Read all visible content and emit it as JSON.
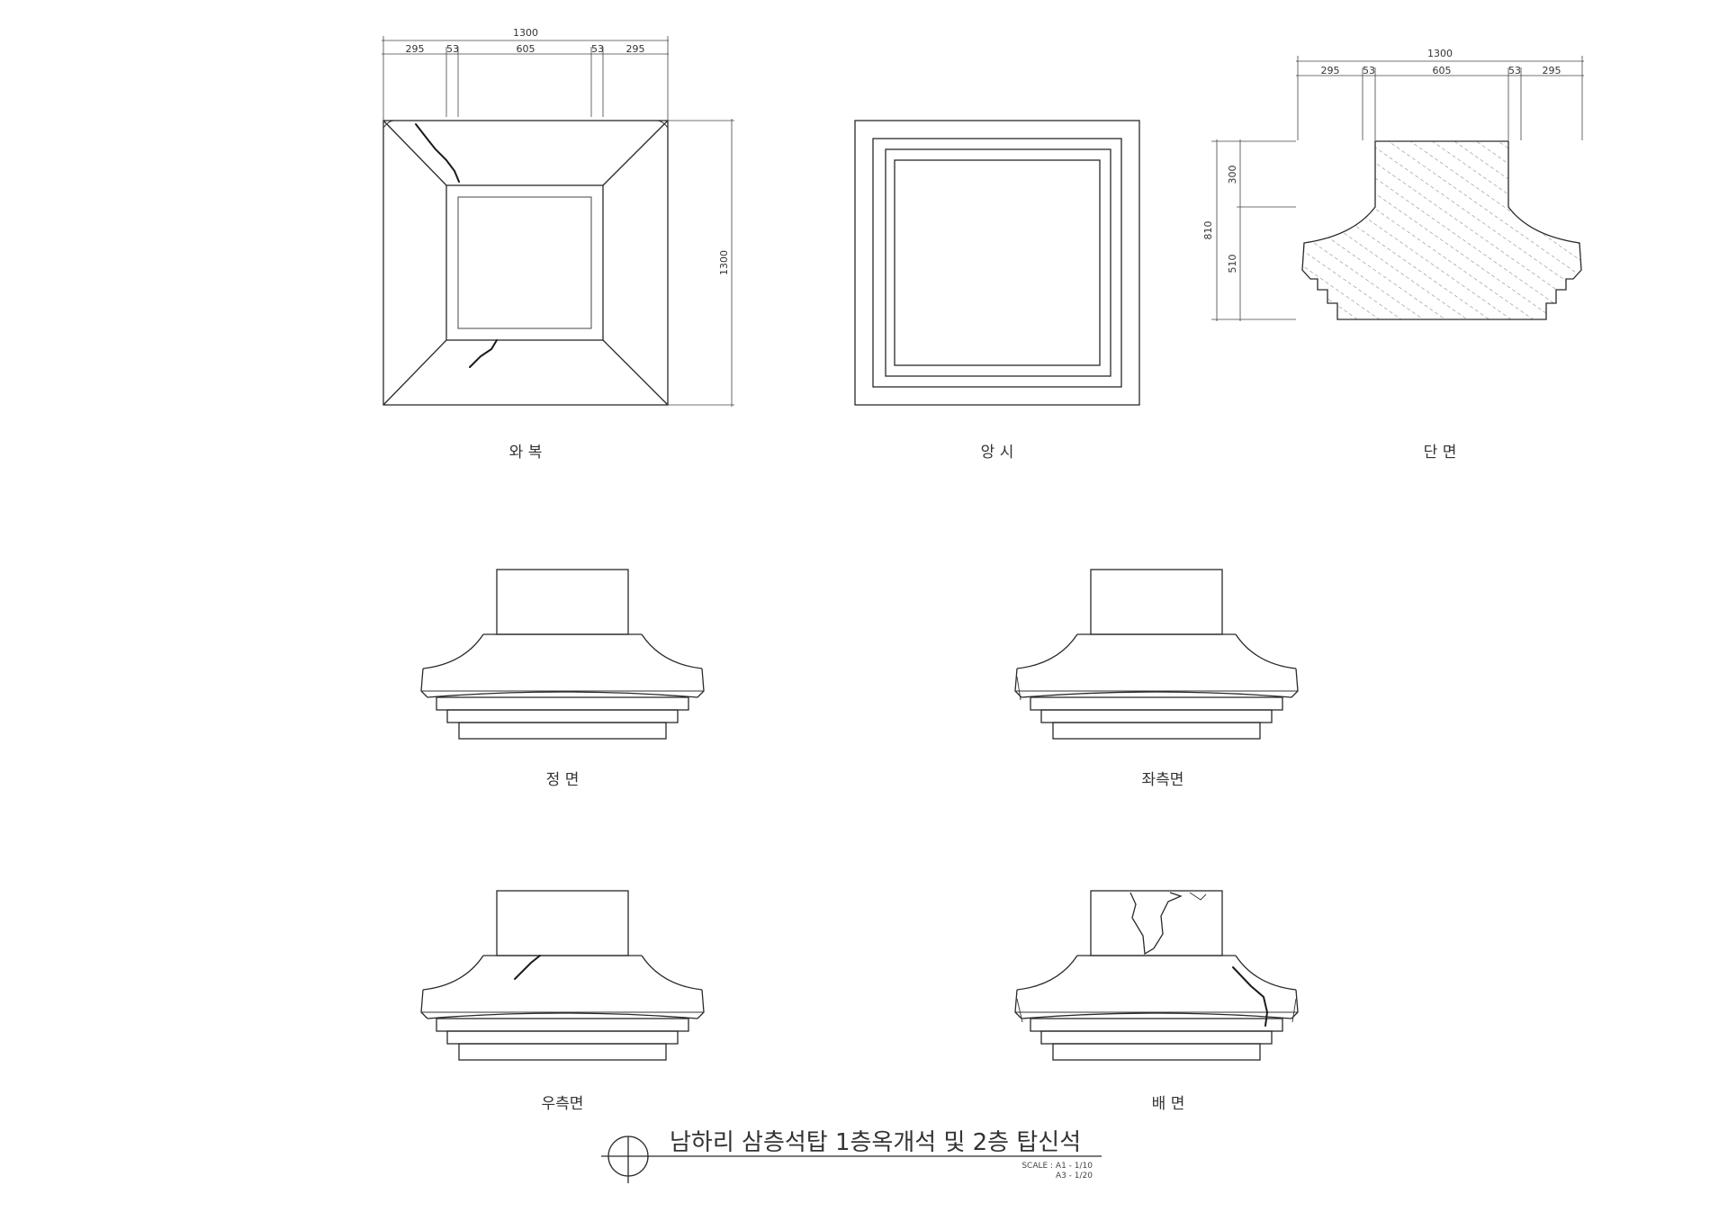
{
  "plan_top": {
    "caption": "와 복",
    "dim_total": "1300",
    "dim_segments": [
      "295",
      "53",
      "605",
      "53",
      "295"
    ],
    "dim_height": "1300"
  },
  "plan_bottom": {
    "caption": "앙 시"
  },
  "section": {
    "caption": "단 면",
    "dim_total": "1300",
    "dim_segments": [
      "295",
      "53",
      "605",
      "53",
      "295"
    ],
    "dim_height_total": "810",
    "dim_height_upper": "300",
    "dim_height_lower": "510"
  },
  "elevations": {
    "front": "정 면",
    "left": "좌측면",
    "right": "우측면",
    "back": "배 면"
  },
  "title_block": {
    "title": "남하리 삼층석탑 1층옥개석 및 2층 탑신석",
    "scale_line1": "SCALE : A1 - 1/10",
    "scale_line2": "A3 - 1/20"
  }
}
